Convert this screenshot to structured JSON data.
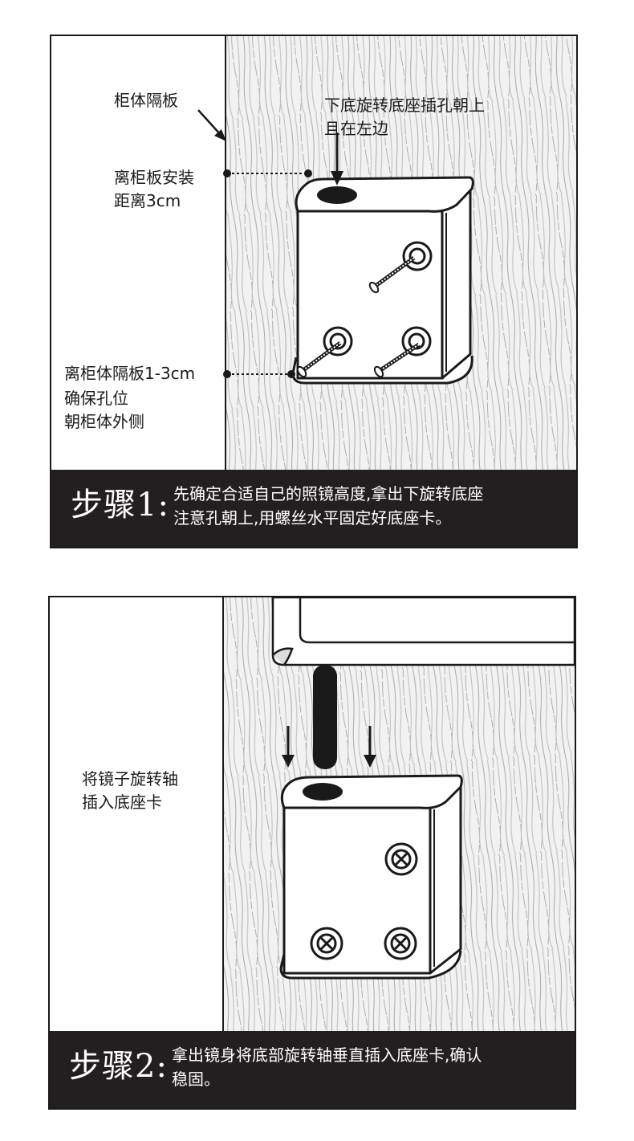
{
  "step1": {
    "labels": {
      "partition": "柜体隔板",
      "top_hole": [
        "下底旋转底座插孔朝上",
        "且在左边"
      ],
      "install_distance": [
        "离柜板安装",
        "距离3cm"
      ],
      "partition_gap": [
        "离柜体隔板1-3cm",
        "确保孔位",
        "朝柜体外侧"
      ]
    },
    "title": "步骤1:",
    "description": [
      "先确定合适自己的照镜高度,拿出下旋转底座",
      "注意孔朝上,用螺丝水平固定好底座卡。"
    ]
  },
  "step2": {
    "labels": {
      "insert": [
        "将镜子旋转轴",
        "插入底座卡"
      ]
    },
    "title": "步骤2:",
    "description": [
      "拿出镜身将底部旋转轴垂直插入底座卡,确认",
      "稳固。"
    ]
  },
  "colors": {
    "ink": "#1a1a1a",
    "bar": "#231f20",
    "wood_bg": "#efefef",
    "wood_grain": "#b0b0b0"
  }
}
